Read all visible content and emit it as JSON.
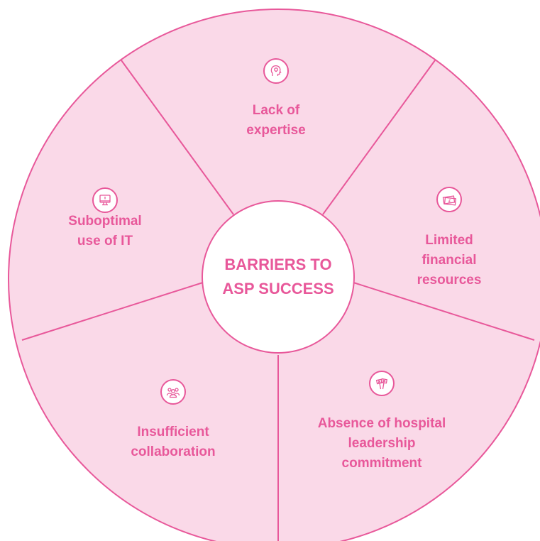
{
  "colors": {
    "fill": "#fad9e8",
    "stroke": "#e8589a",
    "text": "#e8589a",
    "center_fill": "#ffffff"
  },
  "center": {
    "title": "BARRIERS TO\nASP SUCCESS"
  },
  "segments": [
    {
      "label": "Lack of\nexpertise",
      "icon": "lightbulb-head-icon"
    },
    {
      "label": "Limited financial\nresources",
      "icon": "pound-banknote-icon"
    },
    {
      "label": "Absence of hospital\nleadership\ncommitment",
      "icon": "protest-signs-icon"
    },
    {
      "label": "Insufficient\ncollaboration",
      "icon": "group-people-icon"
    },
    {
      "label": "Suboptimal\nuse of IT",
      "icon": "computer-monitor-icon"
    }
  ]
}
